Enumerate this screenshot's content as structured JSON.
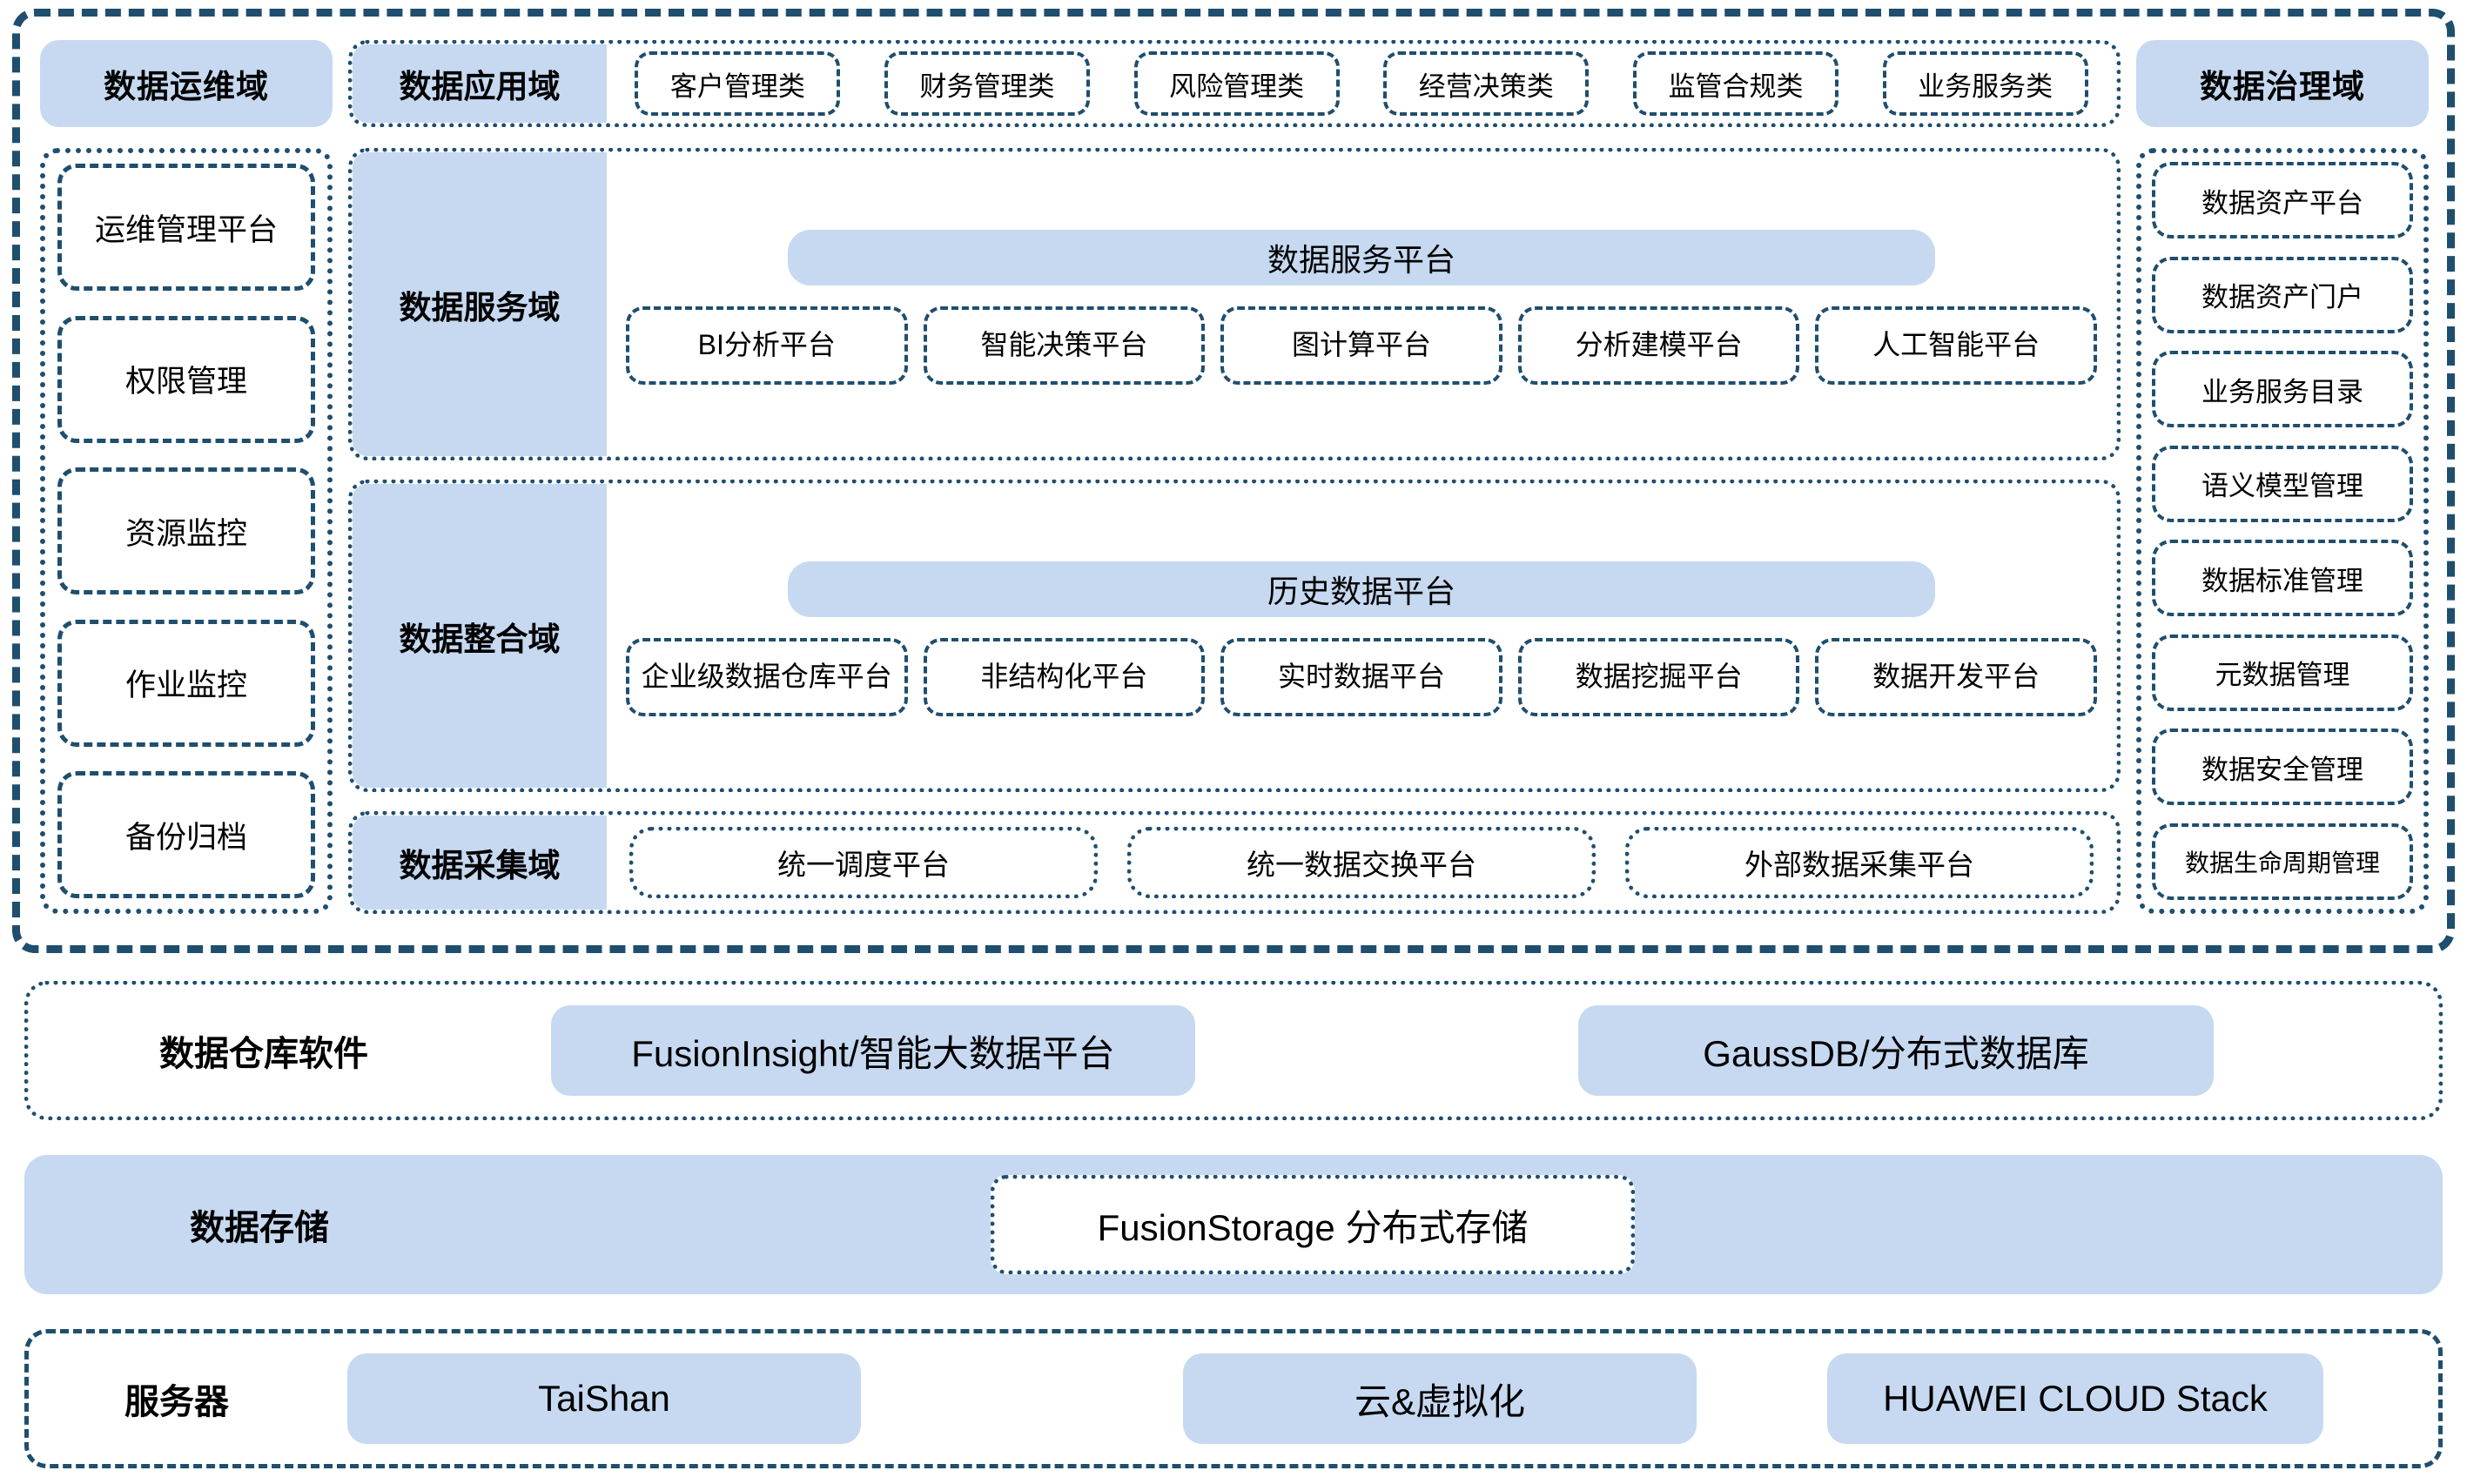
{
  "outer": {
    "ops_domain_label": "数据运维域",
    "app_domain_label": "数据应用域",
    "gov_domain_label": "数据治理域",
    "app_categories": [
      "客户管理类",
      "财务管理类",
      "风险管理类",
      "经营决策类",
      "监管合规类",
      "业务服务类"
    ],
    "ops_items": [
      "运维管理平台",
      "权限管理",
      "资源监控",
      "作业监控",
      "备份归档"
    ],
    "gov_items": [
      "数据资产平台",
      "数据资产门户",
      "业务服务目录",
      "语义模型管理",
      "数据标准管理",
      "元数据管理",
      "数据安全管理",
      "数据生命周期管理"
    ],
    "service_domain": {
      "label": "数据服务域",
      "platform": "数据服务平台",
      "items": [
        "BI分析平台",
        "智能决策平台",
        "图计算平台",
        "分析建模平台",
        "人工智能平台"
      ]
    },
    "integration_domain": {
      "label": "数据整合域",
      "platform": "历史数据平台",
      "items": [
        "企业级数据仓库平台",
        "非结构化平台",
        "实时数据平台",
        "数据挖掘平台",
        "数据开发平台"
      ]
    },
    "collection_domain": {
      "label": "数据采集域",
      "items": [
        "统一调度平台",
        "统一数据交换平台",
        "外部数据采集平台"
      ]
    }
  },
  "bottom": {
    "warehouse_software": {
      "title": "数据仓库软件",
      "tiles": [
        "FusionInsight/智能大数据平台",
        "GaussDB/分布式数据库"
      ]
    },
    "data_storage": {
      "title": "数据存储",
      "tiles": [
        "FusionStorage 分布式存储"
      ]
    },
    "server": {
      "title": "服务器",
      "tiles": [
        "TaiShan",
        "云&虚拟化",
        "HUAWEI CLOUD Stack"
      ]
    }
  },
  "colors": {
    "accent_blue": "#c6d9f1",
    "border_navy": "#1f4e6e",
    "background": "#ffffff"
  }
}
